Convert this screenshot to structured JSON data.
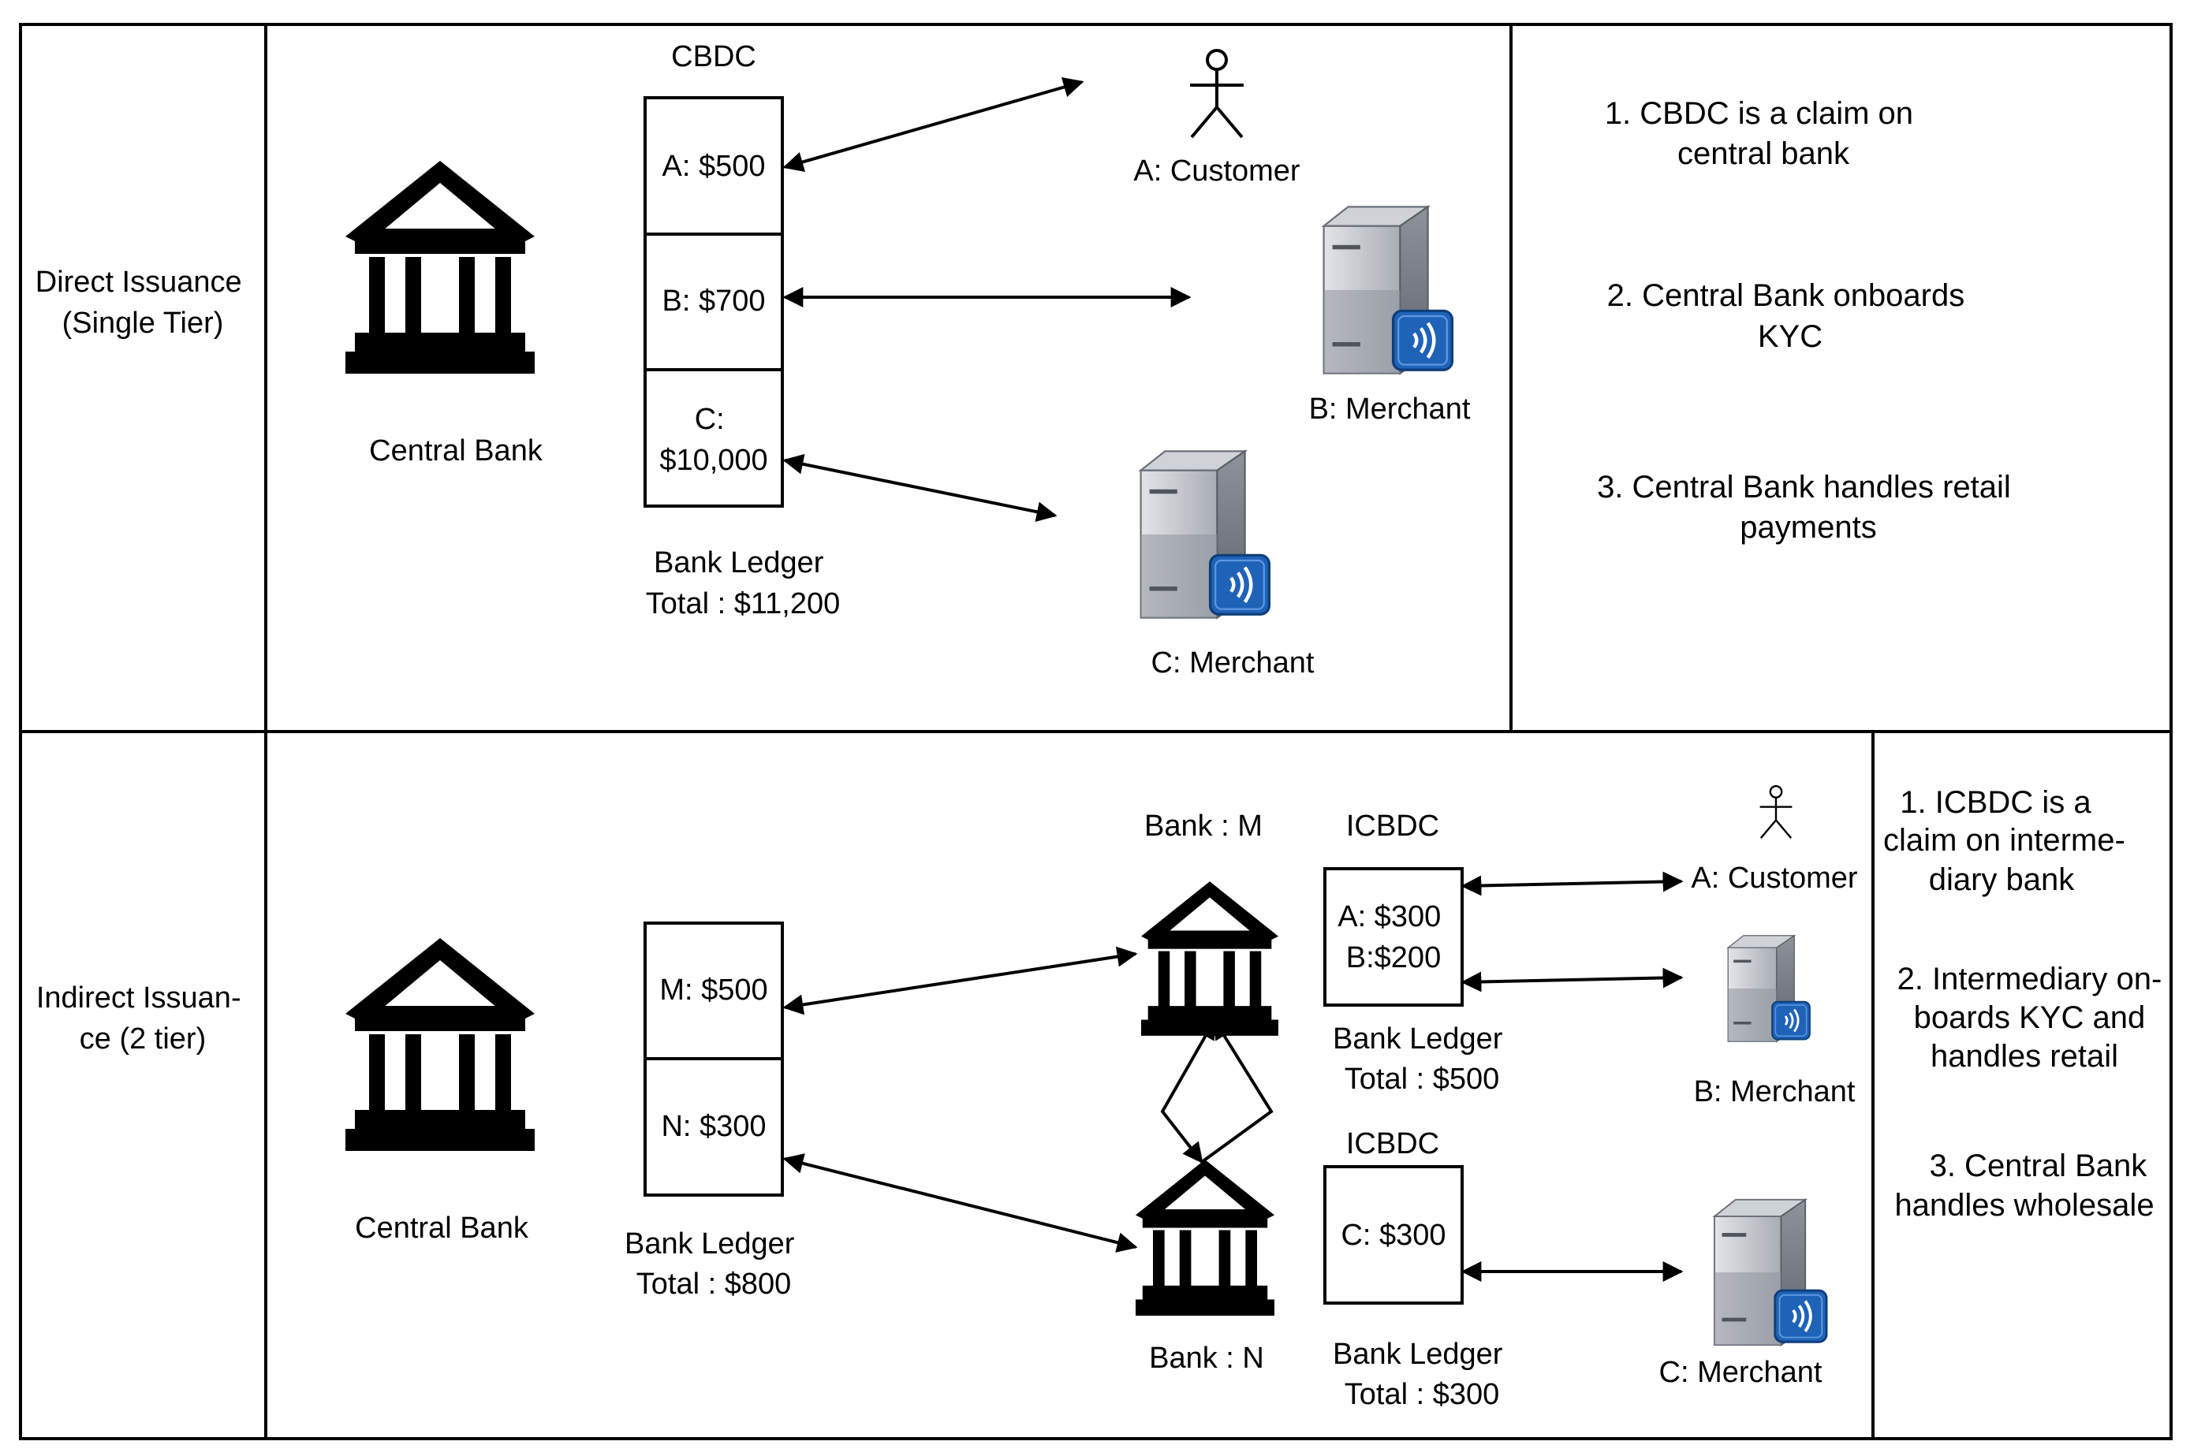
{
  "rows": {
    "direct": [
      "Direct Issuance",
      "(Single Tier)"
    ],
    "indirect": [
      "Indirect  Issuan-",
      "ce (2 tier)"
    ]
  },
  "direct": {
    "central_bank": "Central Bank",
    "ledger_title": "CBDC",
    "ledger_cells": [
      [
        "A: $500"
      ],
      [
        "B: $700"
      ],
      [
        "C:",
        "$10,000"
      ]
    ],
    "ledger_caption": [
      "Bank Ledger",
      "Total : $11,200"
    ],
    "customer": "A: Customer",
    "merchant_b": "B: Merchant",
    "merchant_c": "C: Merchant",
    "notes": [
      [
        "1. CBDC is a claim on",
        "central bank"
      ],
      [
        "2. Central Bank  onboards",
        "KYC"
      ],
      [
        "3. Central Bank handles retail",
        "payments"
      ]
    ]
  },
  "indirect": {
    "central_bank": "Central Bank",
    "ledger_cells": [
      "M: $500",
      "N: $300"
    ],
    "ledger_caption": [
      "Bank Ledger",
      "Total : $800"
    ],
    "bank_m": "Bank : M",
    "bank_n": "Bank : N",
    "icbdc_m_title": "ICBDC",
    "icbdc_m_lines": [
      "A: $300",
      "B:$200"
    ],
    "icbdc_m_caption": [
      "Bank Ledger",
      "Total : $500"
    ],
    "icbdc_n_title": "ICBDC",
    "icbdc_n_lines": [
      "C: $300"
    ],
    "icbdc_n_caption": [
      "Bank Ledger",
      "Total : $300"
    ],
    "customer": "A: Customer",
    "merchant_b": "B: Merchant",
    "merchant_c": "C: Merchant",
    "notes": [
      [
        "1. ICBDC is a",
        "claim on interme-",
        "diary  bank"
      ],
      [
        "2. Intermediary on-",
        "boards KYC and",
        "handles retail"
      ],
      [
        "3. Central Bank",
        "handles wholesale"
      ]
    ]
  },
  "icons": {
    "bank": "bank-building-icon",
    "person": "stick-figure-person-icon",
    "server": "server-with-contactless-icon"
  },
  "colors": {
    "line": "#000000",
    "server_gray": "#9a9ea6",
    "contactless_blue": "#1f63b8"
  }
}
